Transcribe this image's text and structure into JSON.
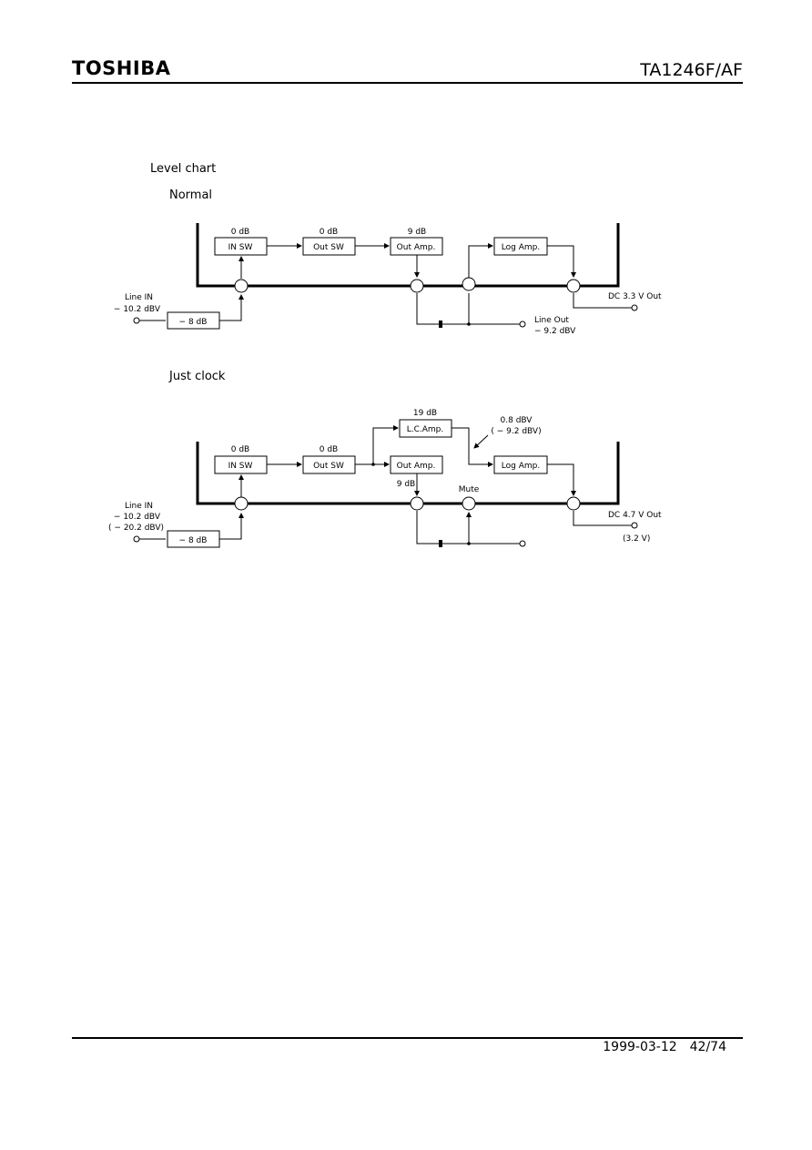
{
  "header": {
    "logo": "TOSHIBA",
    "part_number": "TA1246F/AF"
  },
  "section_title": "Level chart",
  "normal": {
    "heading": "Normal",
    "blocks": {
      "in_sw": "IN SW",
      "out_sw": "Out SW",
      "out_amp": "Out Amp.",
      "log_amp": "Log Amp.",
      "atten": "− 8 dB"
    },
    "gains": {
      "in_sw": "0 dB",
      "out_sw": "0 dB",
      "out_amp": "9 dB"
    },
    "line_in": {
      "label": "Line IN",
      "level": "− 10.2 dBV"
    },
    "line_out": {
      "label": "Line Out",
      "level": "− 9.2 dBV"
    },
    "dc_out": "DC 3.3 V Out"
  },
  "just_clock": {
    "heading": "Just clock",
    "blocks": {
      "in_sw": "IN SW",
      "out_sw": "Out SW",
      "lc_amp": "L.C.Amp.",
      "out_amp": "Out Amp.",
      "log_amp": "Log Amp.",
      "atten": "− 8 dB"
    },
    "gains": {
      "in_sw": "0 dB",
      "out_sw": "0 dB",
      "lc_amp": "19 dB",
      "out_amp": "9 dB"
    },
    "lc_level": "0.8 dBV",
    "lc_level_alt": "( − 9.2 dBV)",
    "mute": "Mute",
    "line_in": {
      "label": "Line IN",
      "level": "− 10.2 dBV",
      "level_alt": "( − 20.2 dBV)"
    },
    "dc_out": "DC 4.7 V Out",
    "dc_out_alt": "(3.2 V)"
  },
  "footer": {
    "date": "1999-03-12",
    "page": "42/74"
  }
}
